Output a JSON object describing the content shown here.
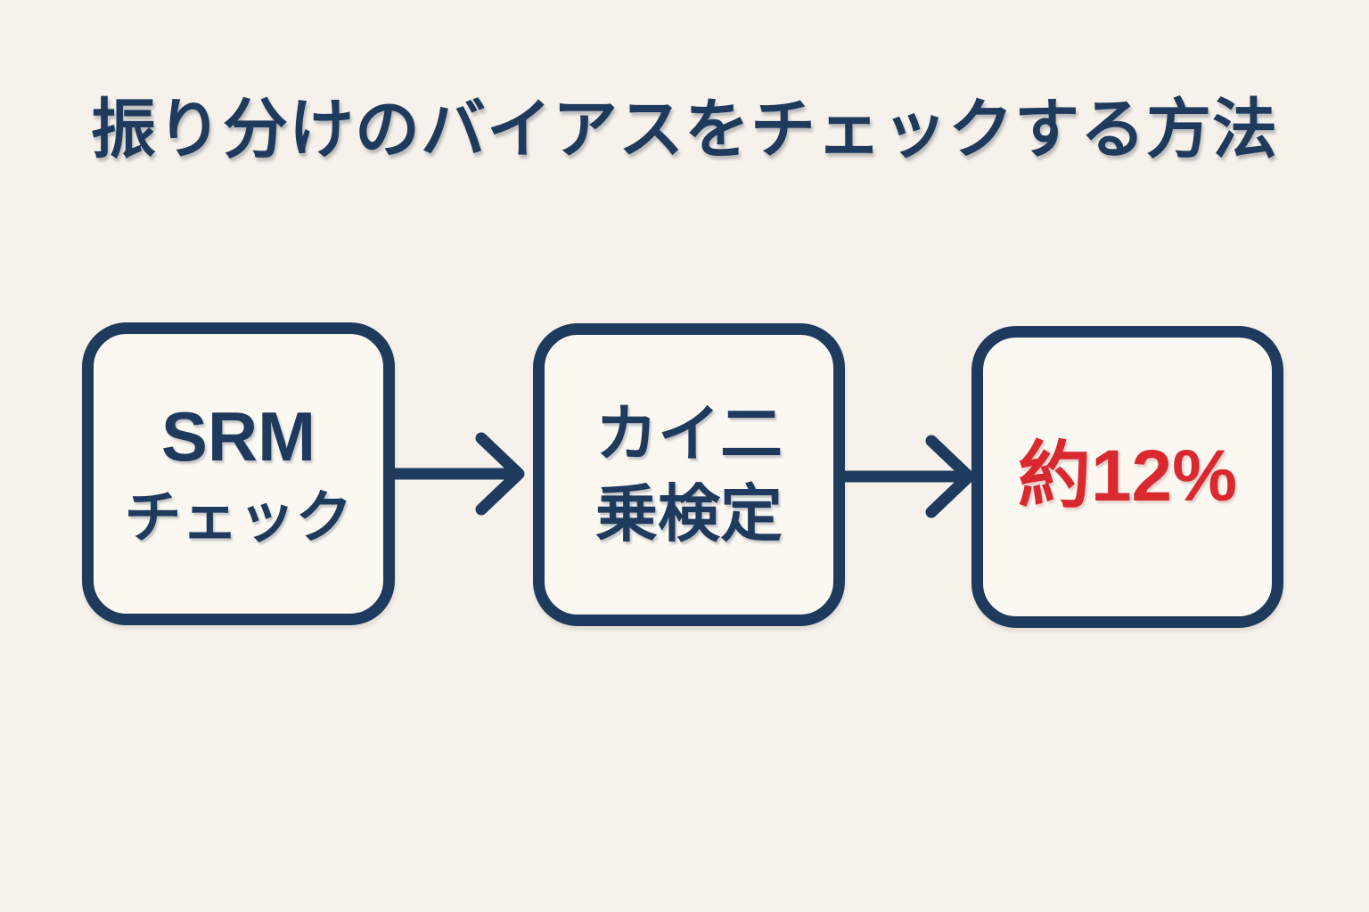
{
  "title": "振り分けのバイアスをチェックする方法",
  "colors": {
    "background": "#f6f1ea",
    "box_fill": "#fbf8f2",
    "outline_navy": "#1e3a5c",
    "highlight_red": "#d9282e"
  },
  "flow": {
    "boxes": [
      {
        "id": "srm-check",
        "lines": [
          "SRM",
          "チェック"
        ],
        "text_color": "#1e3a5c"
      },
      {
        "id": "chi-square-test",
        "lines": [
          "カイ二",
          "乗検定"
        ],
        "text_color": "#1e3a5c"
      },
      {
        "id": "result-value",
        "lines": [
          "約12%"
        ],
        "text_color": "#d9282e"
      }
    ],
    "arrows": [
      {
        "name": "arrow-right-icon",
        "from": "srm-check",
        "to": "chi-square-test"
      },
      {
        "name": "arrow-right-icon",
        "from": "chi-square-test",
        "to": "result-value"
      }
    ]
  }
}
